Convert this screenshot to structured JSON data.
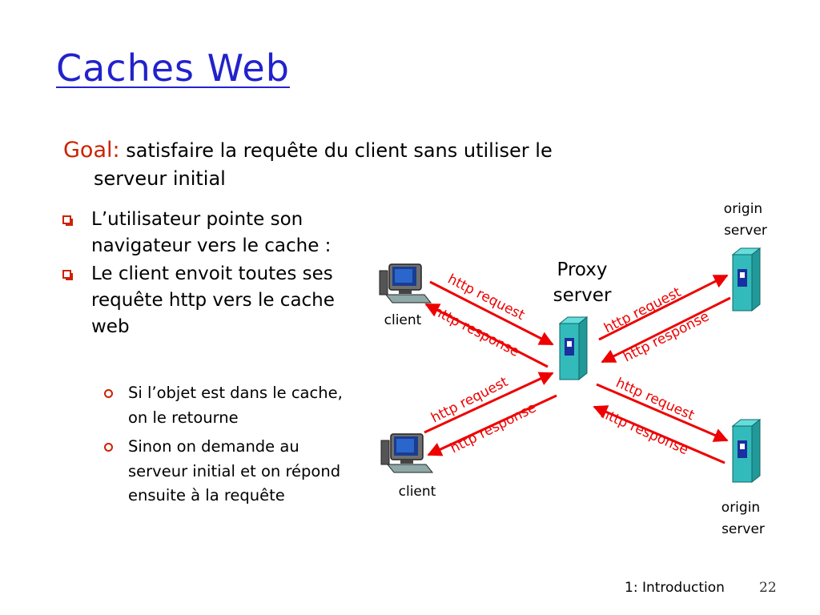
{
  "title": "Caches Web",
  "goal": {
    "label": "Goal:",
    "text_line1": "satisfaire la requête du client sans utiliser le",
    "text_line2": "serveur initial"
  },
  "bullets": [
    {
      "text": "L’utilisateur pointe son navigateur vers le cache :"
    },
    {
      "text": "Le client envoit toutes ses requête http vers le cache web"
    }
  ],
  "sub_bullets": [
    {
      "text": "Si l’objet est dans le cache, on le retourne"
    },
    {
      "text": "Sinon on demande au serveur initial et on répond ensuite à la requête"
    }
  ],
  "diagram": {
    "proxy_label_line1": "Proxy",
    "proxy_label_line2": "server",
    "client_top_label": "client",
    "client_bottom_label": "client",
    "origin_top_line1": "origin",
    "origin_top_line2": "server",
    "origin_bottom_line1": "origin",
    "origin_bottom_line2": "server",
    "http_request": "http request",
    "http_response": "http response",
    "arrow_color": "#ee0000",
    "server_color": "#33bbbb"
  },
  "footer": {
    "chapter": "1: Introduction",
    "page": "22"
  }
}
